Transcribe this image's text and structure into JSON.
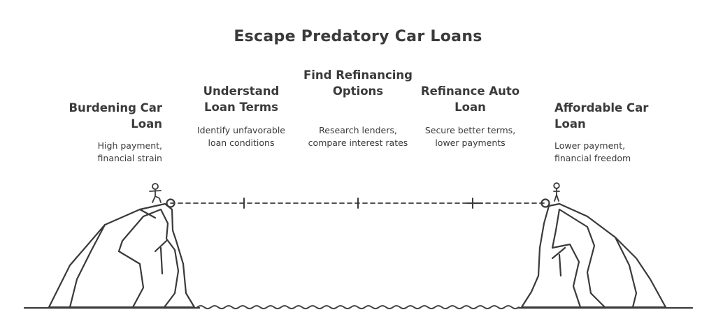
{
  "title": "Escape Predatory Car Loans",
  "stages": [
    {
      "title": "Burdening Car Loan",
      "description": "High payment, financial strain"
    },
    {
      "title": "Understand Loan Terms",
      "description": "Identify unfavorable loan conditions"
    },
    {
      "title": "Find Refinancing Options",
      "description": "Research lenders, compare interest rates"
    },
    {
      "title": "Refinance Auto Loan",
      "description": "Secure better terms, lower payments"
    },
    {
      "title": "Affordable Car Loan",
      "description": "Lower payment, financial freedom"
    }
  ],
  "icons": [
    "person-icon",
    "person-icon",
    "cliff-icon",
    "cliff-icon",
    "water-waves-icon"
  ],
  "colors": {
    "ink": "#3a3a3a",
    "background": "#ffffff"
  }
}
